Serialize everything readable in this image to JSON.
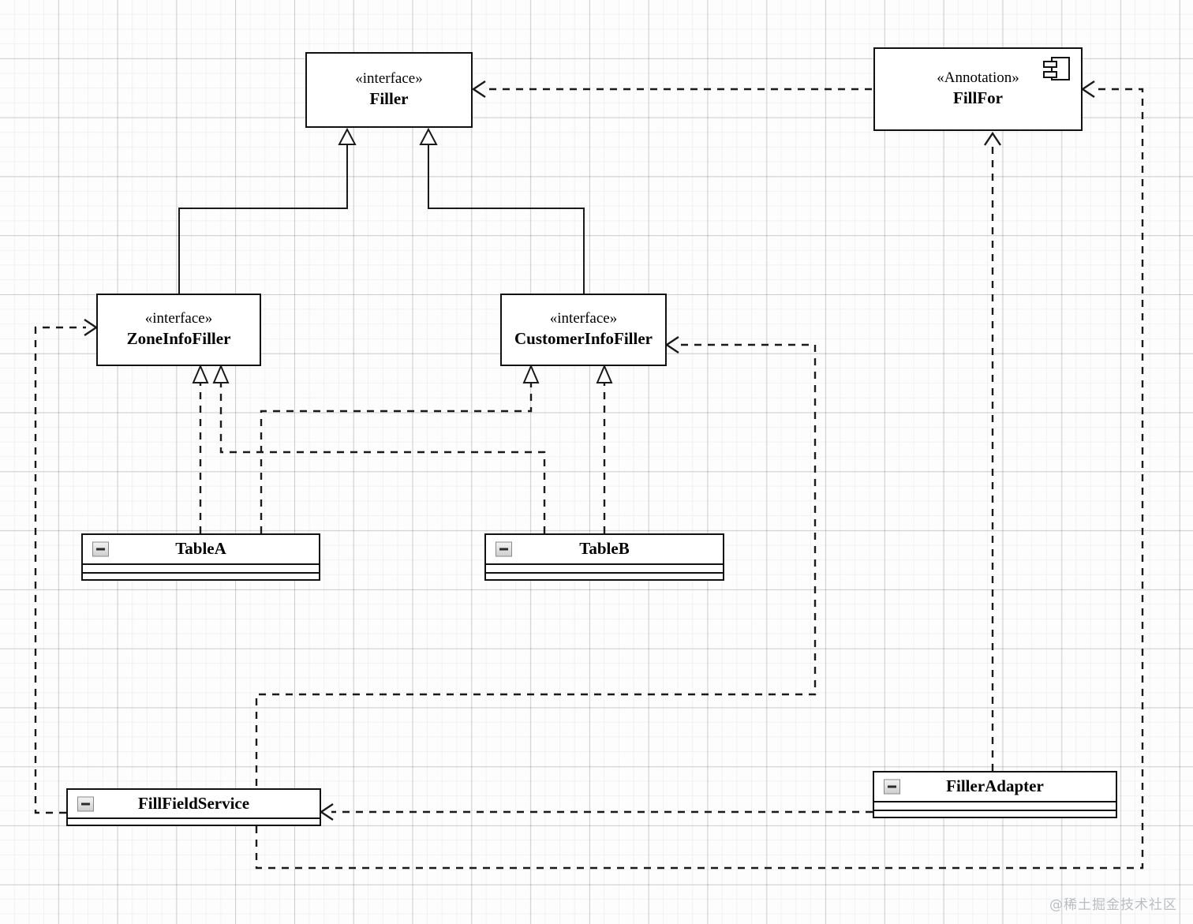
{
  "diagram": {
    "type": "uml-class-diagram",
    "watermark": "@稀土掘金技术社区",
    "colors": {
      "stroke": "#111111",
      "background": "#fdfdfd",
      "grid_minor": "rgba(0,0,0,0.045)",
      "grid_major": "rgba(0,0,0,0.16)",
      "watermark": "#b9bdc2"
    }
  },
  "nodes": {
    "filler": {
      "stereotype": "«interface»",
      "name": "Filler",
      "kind": "interface"
    },
    "fillfor": {
      "stereotype": "«Annotation»",
      "name": "FillFor",
      "kind": "annotation",
      "icon": "component-icon"
    },
    "zoneinfofiller": {
      "stereotype": "«interface»",
      "name": "ZoneInfoFiller",
      "kind": "interface"
    },
    "customerinfofiller": {
      "stereotype": "«interface»",
      "name": "CustomerInfoFiller",
      "kind": "interface"
    },
    "tablea": {
      "name": "TableA",
      "kind": "class",
      "collapse_icon": "minus-icon",
      "compartments": 2
    },
    "tableb": {
      "name": "TableB",
      "kind": "class",
      "collapse_icon": "minus-icon",
      "compartments": 2
    },
    "fillfieldservice": {
      "name": "FillFieldService",
      "kind": "class",
      "collapse_icon": "minus-icon",
      "compartments": 1
    },
    "filleradapter": {
      "name": "FillerAdapter",
      "kind": "class",
      "collapse_icon": "minus-icon",
      "compartments": 2
    }
  },
  "edges": [
    {
      "id": "e1",
      "from": "zoneinfofiller",
      "to": "filler",
      "kind": "generalization",
      "style": "solid",
      "arrow": "hollow-triangle"
    },
    {
      "id": "e2",
      "from": "customerinfofiller",
      "to": "filler",
      "kind": "generalization",
      "style": "solid",
      "arrow": "hollow-triangle"
    },
    {
      "id": "e3",
      "from": "tablea",
      "to": "zoneinfofiller",
      "kind": "realization",
      "style": "dashed",
      "arrow": "hollow-triangle"
    },
    {
      "id": "e4",
      "from": "tableb",
      "to": "zoneinfofiller",
      "kind": "realization",
      "style": "dashed",
      "arrow": "hollow-triangle"
    },
    {
      "id": "e5",
      "from": "tablea",
      "to": "customerinfofiller",
      "kind": "realization",
      "style": "dashed",
      "arrow": "hollow-triangle"
    },
    {
      "id": "e6",
      "from": "tableb",
      "to": "customerinfofiller",
      "kind": "realization",
      "style": "dashed",
      "arrow": "hollow-triangle"
    },
    {
      "id": "e7",
      "from": "fillfieldservice",
      "to": "zoneinfofiller",
      "kind": "dependency",
      "style": "dashed",
      "arrow": "open"
    },
    {
      "id": "e8",
      "from": "fillfieldservice",
      "to": "customerinfofiller",
      "kind": "dependency",
      "style": "dashed",
      "arrow": "open"
    },
    {
      "id": "e9",
      "from": "filleradapter",
      "to": "fillfieldservice",
      "kind": "dependency",
      "style": "dashed",
      "arrow": "open"
    },
    {
      "id": "e10",
      "from": "filleradapter",
      "to": "fillfor",
      "kind": "dependency",
      "style": "dashed",
      "arrow": "open"
    },
    {
      "id": "e11",
      "from": "fillfieldservice",
      "to": "fillfor",
      "kind": "dependency",
      "style": "dashed",
      "arrow": "open"
    },
    {
      "id": "e12",
      "from": "fillfor",
      "to": "filler",
      "kind": "dependency",
      "style": "dashed",
      "arrow": "open"
    }
  ]
}
